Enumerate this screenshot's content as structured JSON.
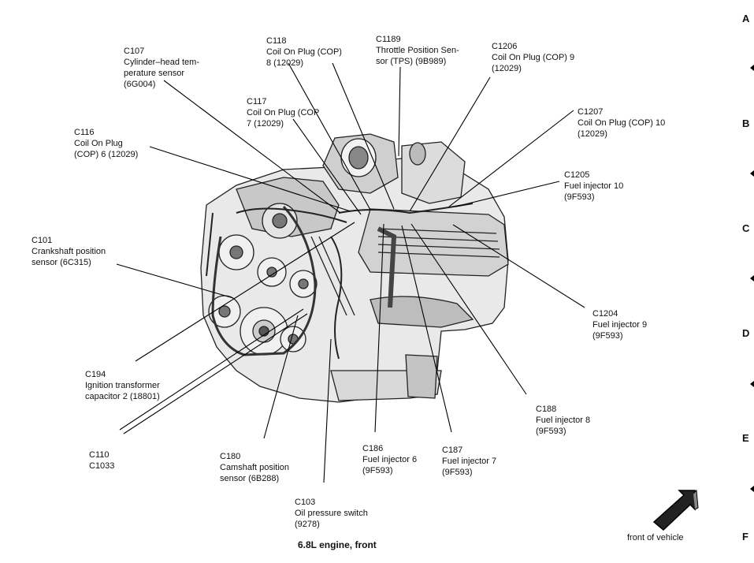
{
  "caption": "6.8L engine, front",
  "front_label": "front of vehicle",
  "grid_rows": [
    "A",
    "B",
    "C",
    "D",
    "E",
    "F"
  ],
  "callouts": [
    {
      "id": "C107",
      "lines": [
        "C107",
        "Cylinder–head tem-",
        "perature sensor",
        "(6G004)"
      ]
    },
    {
      "id": "C118",
      "lines": [
        "C118",
        "Coil On Plug (COP)",
        "8 (12029)"
      ]
    },
    {
      "id": "C1189",
      "lines": [
        "C1189",
        "Throttle Position Sen-",
        "sor (TPS) (9B989)"
      ]
    },
    {
      "id": "C1206",
      "lines": [
        "C1206",
        "Coil On Plug (COP) 9",
        "(12029)"
      ]
    },
    {
      "id": "C117",
      "lines": [
        "C117",
        "Coil On Plug (COP",
        "7 (12029)"
      ]
    },
    {
      "id": "C1207",
      "lines": [
        "C1207",
        "Coil On Plug (COP) 10",
        "(12029)"
      ]
    },
    {
      "id": "C116",
      "lines": [
        "C116",
        "Coil On Plug",
        "(COP) 6 (12029)"
      ]
    },
    {
      "id": "C1205",
      "lines": [
        "C1205",
        "Fuel injector 10",
        "(9F593)"
      ]
    },
    {
      "id": "C101",
      "lines": [
        "C101",
        "Crankshaft position",
        "sensor (6C315)"
      ]
    },
    {
      "id": "C1204",
      "lines": [
        "C1204",
        "Fuel injector 9",
        "(9F593)"
      ]
    },
    {
      "id": "C194",
      "lines": [
        "C194",
        "Ignition transformer",
        "capacitor 2 (18801)"
      ]
    },
    {
      "id": "C188",
      "lines": [
        "C188",
        "Fuel injector 8",
        "(9F593)"
      ]
    },
    {
      "id": "C110",
      "lines": [
        "C110",
        "C1033"
      ]
    },
    {
      "id": "C180",
      "lines": [
        "C180",
        "Camshaft position",
        "sensor (6B288)"
      ]
    },
    {
      "id": "C186",
      "lines": [
        "C186",
        "Fuel injector 6",
        "(9F593)"
      ]
    },
    {
      "id": "C187",
      "lines": [
        "C187",
        "Fuel injector 7",
        "(9F593)"
      ]
    },
    {
      "id": "C103",
      "lines": [
        "C103",
        "Oil pressure switch",
        "(9278)"
      ]
    }
  ]
}
